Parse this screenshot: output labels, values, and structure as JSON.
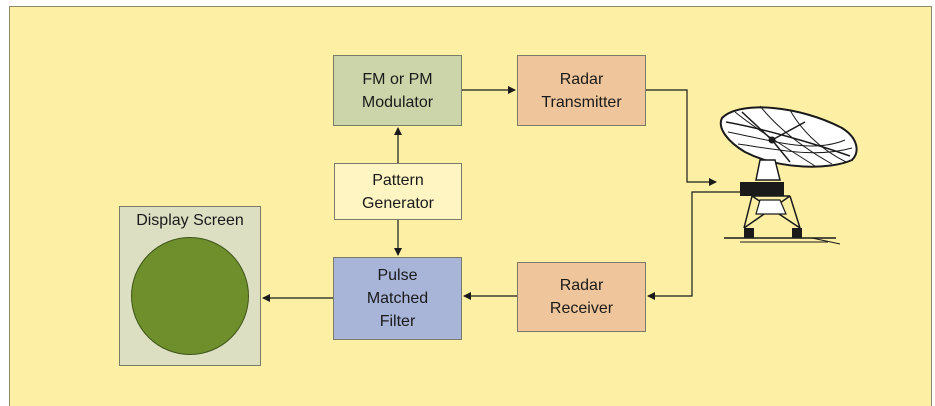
{
  "blocks": {
    "modulator": "FM or PM\nModulator",
    "transmitter": "Radar\nTransmitter",
    "pattern_generator": "Pattern\nGenerator",
    "matched_filter": "Pulse\nMatched\nFilter",
    "receiver": "Radar\nReceiver",
    "display_title": "Display Screen"
  },
  "icons": {
    "antenna": "radar-dish-antenna-icon"
  },
  "colors": {
    "background": "#fdf0a5",
    "modulator": "#ccd4a9",
    "radar_blocks": "#efc69b",
    "pattern_generator": "#fef5c2",
    "matched_filter": "#a8b4d8",
    "display_panel": "#dcdfc2",
    "display_circle": "#6e8f2c"
  }
}
